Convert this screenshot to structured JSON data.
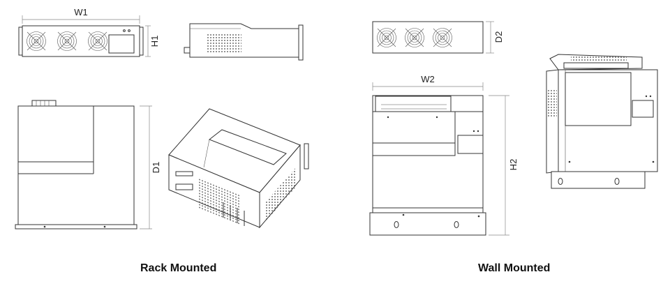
{
  "dimensions": {
    "w1": "W1",
    "h1": "H1",
    "d1": "D1",
    "w2": "W2",
    "d2": "D2",
    "h2": "H2"
  },
  "captions": {
    "rack": "Rack Mounted",
    "wall": "Wall Mounted"
  }
}
